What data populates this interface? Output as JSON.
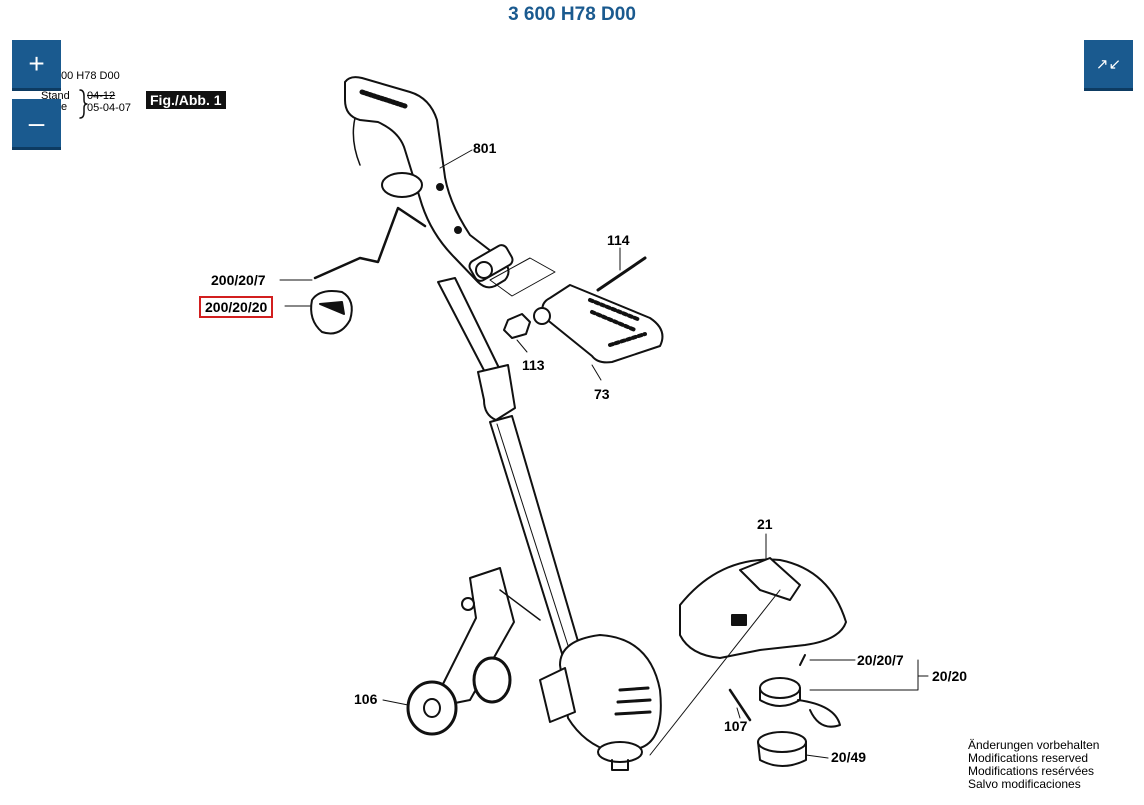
{
  "title": "3 600 H78 D00",
  "header": {
    "part_number": "00 H78 D00",
    "stand_label": "Stand",
    "edition_label": "e",
    "stand_old": "04-12",
    "stand_new": "05-04-07",
    "fig_label": "Fig./Abb. 1"
  },
  "controls": {
    "zoom_in": "+",
    "zoom_out": "–",
    "collapse": "↗↙"
  },
  "labels": {
    "l801": "801",
    "l114": "114",
    "l200_20_7": "200/20/7",
    "l200_20_20": "200/20/20",
    "l113": "113",
    "l73": "73",
    "l21": "21",
    "l20_20_7": "20/20/7",
    "l20_20": "20/20",
    "l106": "106",
    "l107": "107",
    "l20_49": "20/49"
  },
  "notes": [
    "Änderungen vorbehalten",
    "Modifications reserved",
    "Modifications resérvées",
    "Salvo modificaciones"
  ],
  "colors": {
    "brand": "#1a5a8f",
    "highlight": "#d21f1f"
  }
}
